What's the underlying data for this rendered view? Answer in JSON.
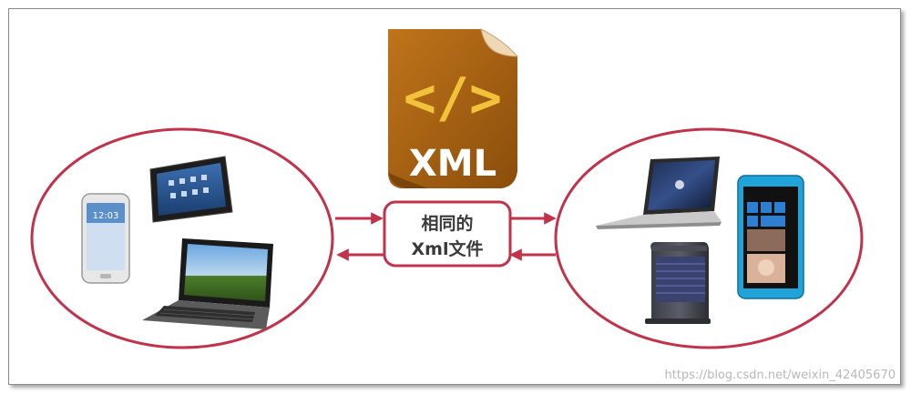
{
  "center_label": {
    "line1": "相同的",
    "line2": "Xml文件"
  },
  "xml_file": {
    "title": "XML",
    "symbol": "</>"
  },
  "phone_time": "12:03",
  "watermark": "https://blog.csdn.net/weixin_42405670",
  "colors": {
    "accent": "#c0334a",
    "file_body": "#a8630d",
    "file_dark": "#7a4508",
    "bracket": "#f2c23a"
  },
  "icons": {
    "left_devices": [
      "smartphone-icon",
      "tablet-icon",
      "netbook-icon"
    ],
    "right_devices": [
      "macbook-icon",
      "server-icon",
      "windows-phone-icon"
    ]
  }
}
